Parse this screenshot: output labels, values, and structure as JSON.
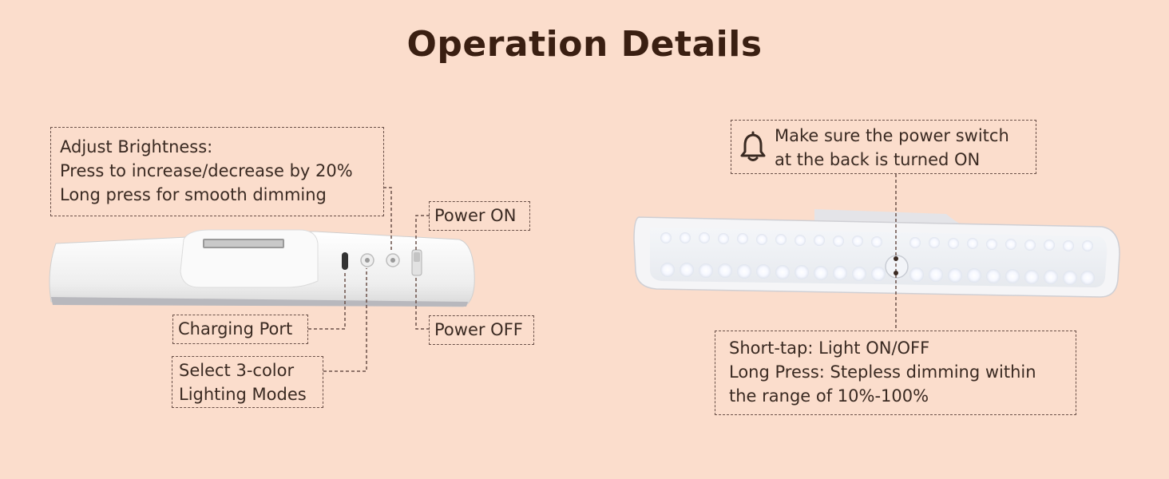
{
  "title": "Operation Details",
  "left_panel": {
    "brightness_callout": {
      "heading": "Adjust Brightness:",
      "line1": "Press to increase/decrease by 20%",
      "line2": "Long press for smooth dimming"
    },
    "power_on_label": "Power ON",
    "power_off_label": "Power OFF",
    "charging_port_label": "Charging Port",
    "color_modes_label": {
      "line1": "Select 3-color",
      "line2": "Lighting Modes"
    }
  },
  "right_panel": {
    "switch_note": {
      "icon": "bell-icon",
      "line1": "Make sure the power switch",
      "line2": "at the back is turned ON"
    },
    "touch_callout": {
      "line1": "Short-tap: Light ON/OFF",
      "line2": "Long Press: Stepless dimming within",
      "line3": "the range of 10%-100%"
    }
  },
  "colors": {
    "background": "#fbddcc",
    "title": "#3a1f12",
    "text": "#3a2a22",
    "dashed_border": "#6a5048"
  }
}
